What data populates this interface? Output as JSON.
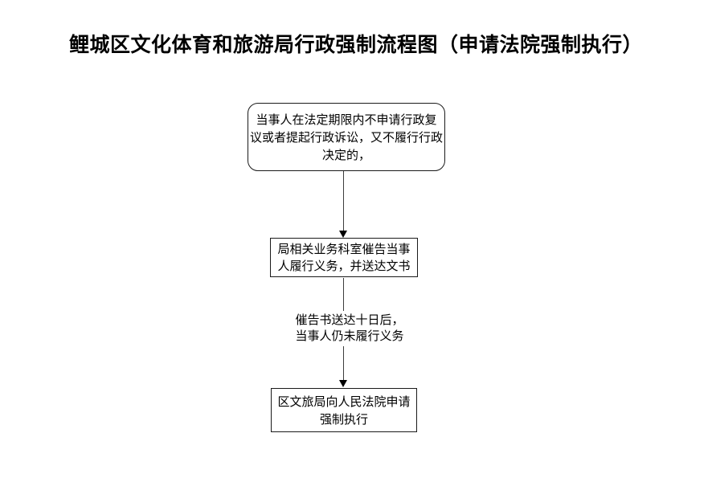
{
  "title": "鲤城区文化体育和旅游局行政强制流程图（申请法院强制执行）",
  "colors": {
    "background": "#ffffff",
    "text": "#000000",
    "box_border": "#1a1a1a",
    "connector_line": "#3c3c3c",
    "arrowhead": "#000000"
  },
  "flowchart": {
    "nodes": [
      {
        "id": "no-review-no-compliance",
        "shape": "rounded-rect",
        "lines": [
          "当事人在法定期限内不申请行政复",
          "议或者提起行政诉讼，又不履行行政",
          "决定的，"
        ]
      },
      {
        "id": "department-urges-compliance",
        "shape": "rect",
        "lines": [
          "局相关业务科室催告当事",
          "人履行义务，并送达文书"
        ]
      },
      {
        "id": "apply-court-enforcement",
        "shape": "rect",
        "lines": [
          "区文旅局向人民法院申请",
          "强制执行"
        ]
      }
    ],
    "edge_label": {
      "lines": [
        "催告书送达十日后，",
        "当事人仍未履行义务"
      ]
    }
  }
}
